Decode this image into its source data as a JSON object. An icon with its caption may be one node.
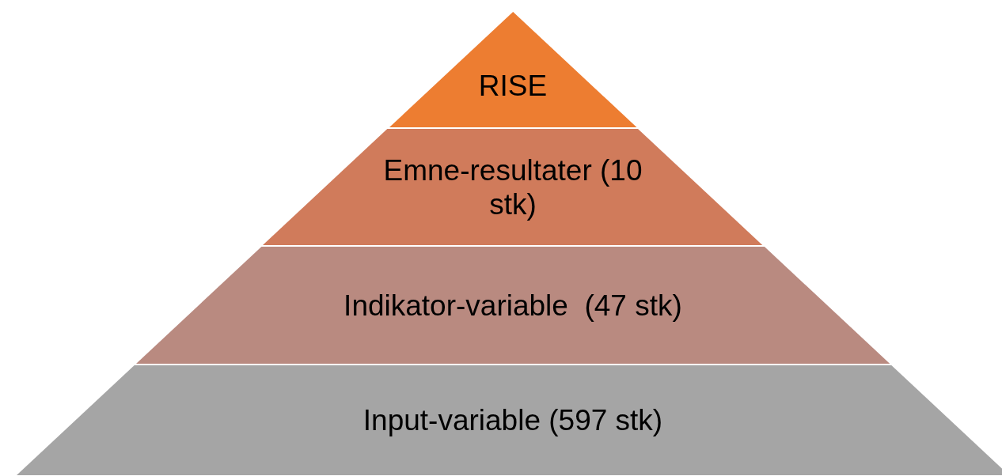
{
  "diagram": {
    "nodes": [
      {
        "text": [
          "RISE"
        ]
      },
      {
        "text": [
          "Emne-resultater (10 stk)"
        ]
      },
      {
        "text": [
          "Indikator-variable  (47 stk)"
        ]
      },
      {
        "text": [
          "Input-variable (597 stk)"
        ]
      }
    ]
  }
}
